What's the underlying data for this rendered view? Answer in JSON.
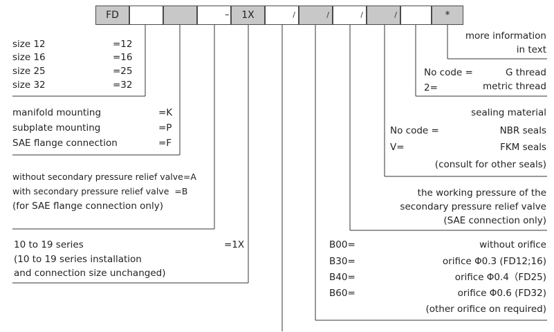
{
  "code": {
    "cells": [
      "FD",
      "",
      "",
      "",
      "1X",
      "",
      "",
      "",
      "",
      "",
      "*"
    ],
    "separators": {
      "dash": "–",
      "slash": "/"
    }
  },
  "size": {
    "items": [
      {
        "label": "size 12",
        "code": "=12"
      },
      {
        "label": "size 16",
        "code": "=16"
      },
      {
        "label": "size 25",
        "code": "=25"
      },
      {
        "label": "size 32",
        "code": "=32"
      }
    ]
  },
  "mounting": {
    "items": [
      {
        "label": "manifold mounting",
        "code": "=K"
      },
      {
        "label": "subplate mounting",
        "code": "=P"
      },
      {
        "label": "SAE flange connection",
        "code": "=F"
      }
    ]
  },
  "relief": {
    "line1": "without secondary pressure relief valve=A",
    "line2": "with secondary pressure relief valve  =B",
    "line3": "(for SAE flange connection only)"
  },
  "series": {
    "line1": "10 to 19 series",
    "code": "=1X",
    "line2": "(10 to 19 series installation",
    "line3": "and connection size unchanged)"
  },
  "more_info": {
    "line1": "more information",
    "line2": "in text"
  },
  "thread": {
    "items": [
      {
        "code": "No code =",
        "desc": "G thread"
      },
      {
        "code": "2=",
        "desc": "metric thread"
      }
    ]
  },
  "sealing": {
    "title": "sealing material",
    "items": [
      {
        "code": "No code =",
        "desc": "NBR seals"
      },
      {
        "code": "V=",
        "desc": "FKM seals"
      }
    ],
    "note": "(consult for other seals)"
  },
  "working_pressure": {
    "line1": "the working pressure of the",
    "line2": "secondary pressure relief valve",
    "line3": "(SAE connection only)"
  },
  "orifice": {
    "items": [
      {
        "code": "B00=",
        "desc": "without orifice"
      },
      {
        "code": "B30=",
        "desc": "orifice Φ0.3 (FD12;16)"
      },
      {
        "code": "B40=",
        "desc": "orifice Φ0.4（FD25)"
      },
      {
        "code": "B60=",
        "desc": "orifice Φ0.6 (FD32)"
      }
    ],
    "note": "(other orifice on required)"
  }
}
